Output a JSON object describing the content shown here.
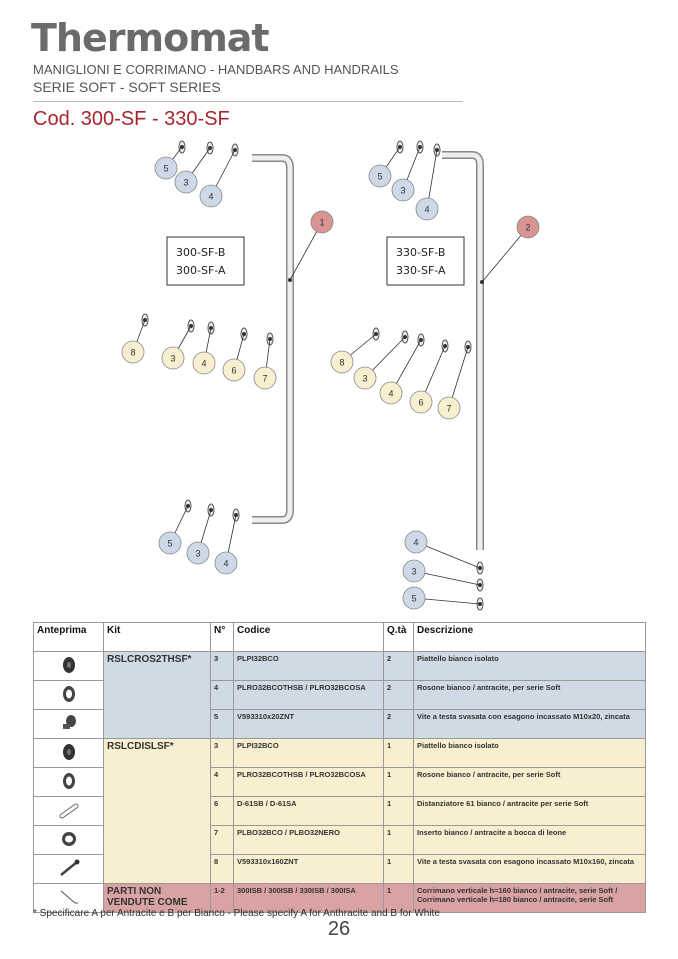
{
  "header": {
    "logo": "Thermomat",
    "subtitle1": "MANIGLIONI E CORRIMANO - HANDBARS AND HANDRAILS",
    "subtitle2": "SERIE SOFT - SOFT SERIES",
    "code_title": "Cod. 300-SF - 330-SF"
  },
  "diagram": {
    "left_box": [
      "300-SF-B",
      "300-SF-A"
    ],
    "right_box": [
      "330-SF-B",
      "330-SF-A"
    ],
    "bubble_colors": {
      "blue": "#cdd9e6",
      "yellow": "#f7efcf",
      "red": "#d99393"
    },
    "left": {
      "top": [
        "5",
        "3",
        "4"
      ],
      "rail": "1",
      "middle": [
        "8",
        "3",
        "4",
        "6",
        "7"
      ],
      "bottom": [
        "5",
        "3",
        "4"
      ]
    },
    "right": {
      "top": [
        "5",
        "3",
        "4"
      ],
      "rail": "2",
      "middle": [
        "8",
        "3",
        "4",
        "6",
        "7"
      ],
      "bottom": [
        "4",
        "3",
        "5"
      ]
    }
  },
  "table": {
    "headers": [
      "Anteprima",
      "Kit",
      "N°",
      "Codice",
      "Q.tà",
      "Descrizione"
    ],
    "groups": [
      {
        "kit": "RSLCROS2THSF*",
        "color": "blue",
        "rows": [
          {
            "icon": "dish-icon",
            "n": "3",
            "code": "PLPI32BCO",
            "qty": "2",
            "desc": "Piattello bianco isolato"
          },
          {
            "icon": "rosette-icon",
            "n": "4",
            "code": "PLRO32BCOTHSB / PLRO32BCOSA",
            "qty": "2",
            "desc": "Rosone bianco / antracite, per serie Soft"
          },
          {
            "icon": "screw-icon",
            "n": "5",
            "code": "V593310x20ZNT",
            "qty": "2",
            "desc": "Vite a testa svasata con esagono incassato M10x20, zincata"
          }
        ]
      },
      {
        "kit": "RSLCDISLSF*",
        "color": "yellow",
        "rows": [
          {
            "icon": "dish-icon",
            "n": "3",
            "code": "PLPI32BCO",
            "qty": "1",
            "desc": "Piattello bianco isolato"
          },
          {
            "icon": "rosette-icon",
            "n": "4",
            "code": "PLRO32BCOTHSB / PLRO32BCOSA",
            "qty": "1",
            "desc": "Rosone bianco / antracite, per serie Soft"
          },
          {
            "icon": "spacer-icon",
            "n": "6",
            "code": "D-61SB / D-61SA",
            "qty": "1",
            "desc": "Distanziatore 61 bianco / antracite per serie Soft"
          },
          {
            "icon": "insert-icon",
            "n": "7",
            "code": "PLBO32BCO / PLBO32NERO",
            "qty": "1",
            "desc": "Inserto bianco / antracite a bocca di leone"
          },
          {
            "icon": "long-screw-icon",
            "n": "8",
            "code": "V593310x160ZNT",
            "qty": "1",
            "desc": "Vite a testa svasata con esagono incassato M10x160, zincata"
          }
        ]
      },
      {
        "kit": "PARTI NON VENDUTE COME",
        "color": "red",
        "rows": [
          {
            "icon": "handrail-icon",
            "n": "1-2",
            "code": "300ISB / 300ISB / 330ISB / 300ISA",
            "qty": "1",
            "desc": "Corrimano verticale h=160 bianco / antracite, serie Soft / Corrimano verticale h=180 bianco / antracite, serie Soft"
          }
        ]
      }
    ]
  },
  "footnote": "* Specificare A per Antracite e B per Bianco - Please specify A for Anthracite and B for White",
  "page_number": "26"
}
